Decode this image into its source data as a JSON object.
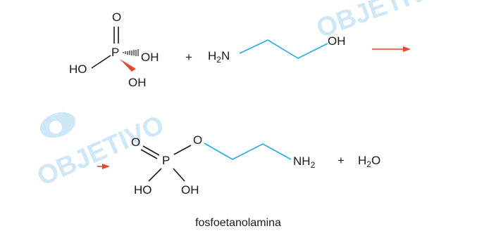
{
  "watermark": {
    "text": "OBJETIVO"
  },
  "colors": {
    "bond": "#1a1a1a",
    "chain": "#29a9e0",
    "arrow": "#e8462e",
    "watermark": "#cfe8f7"
  },
  "reaction": {
    "phosphoric_acid": {
      "O": "O",
      "P": "P",
      "OH": "OH",
      "HO": "HO"
    },
    "ethanolamine": {
      "H": "H",
      "two": "2",
      "N": "N",
      "OH": "OH"
    },
    "plus": "+",
    "product": {
      "O": "O",
      "P": "P",
      "HO": "HO",
      "OH": "OH",
      "NH": "NH",
      "two": "2",
      "water_H": "H",
      "water_two": "2",
      "water_O": "O",
      "name": "fosfoetanolamina"
    }
  }
}
